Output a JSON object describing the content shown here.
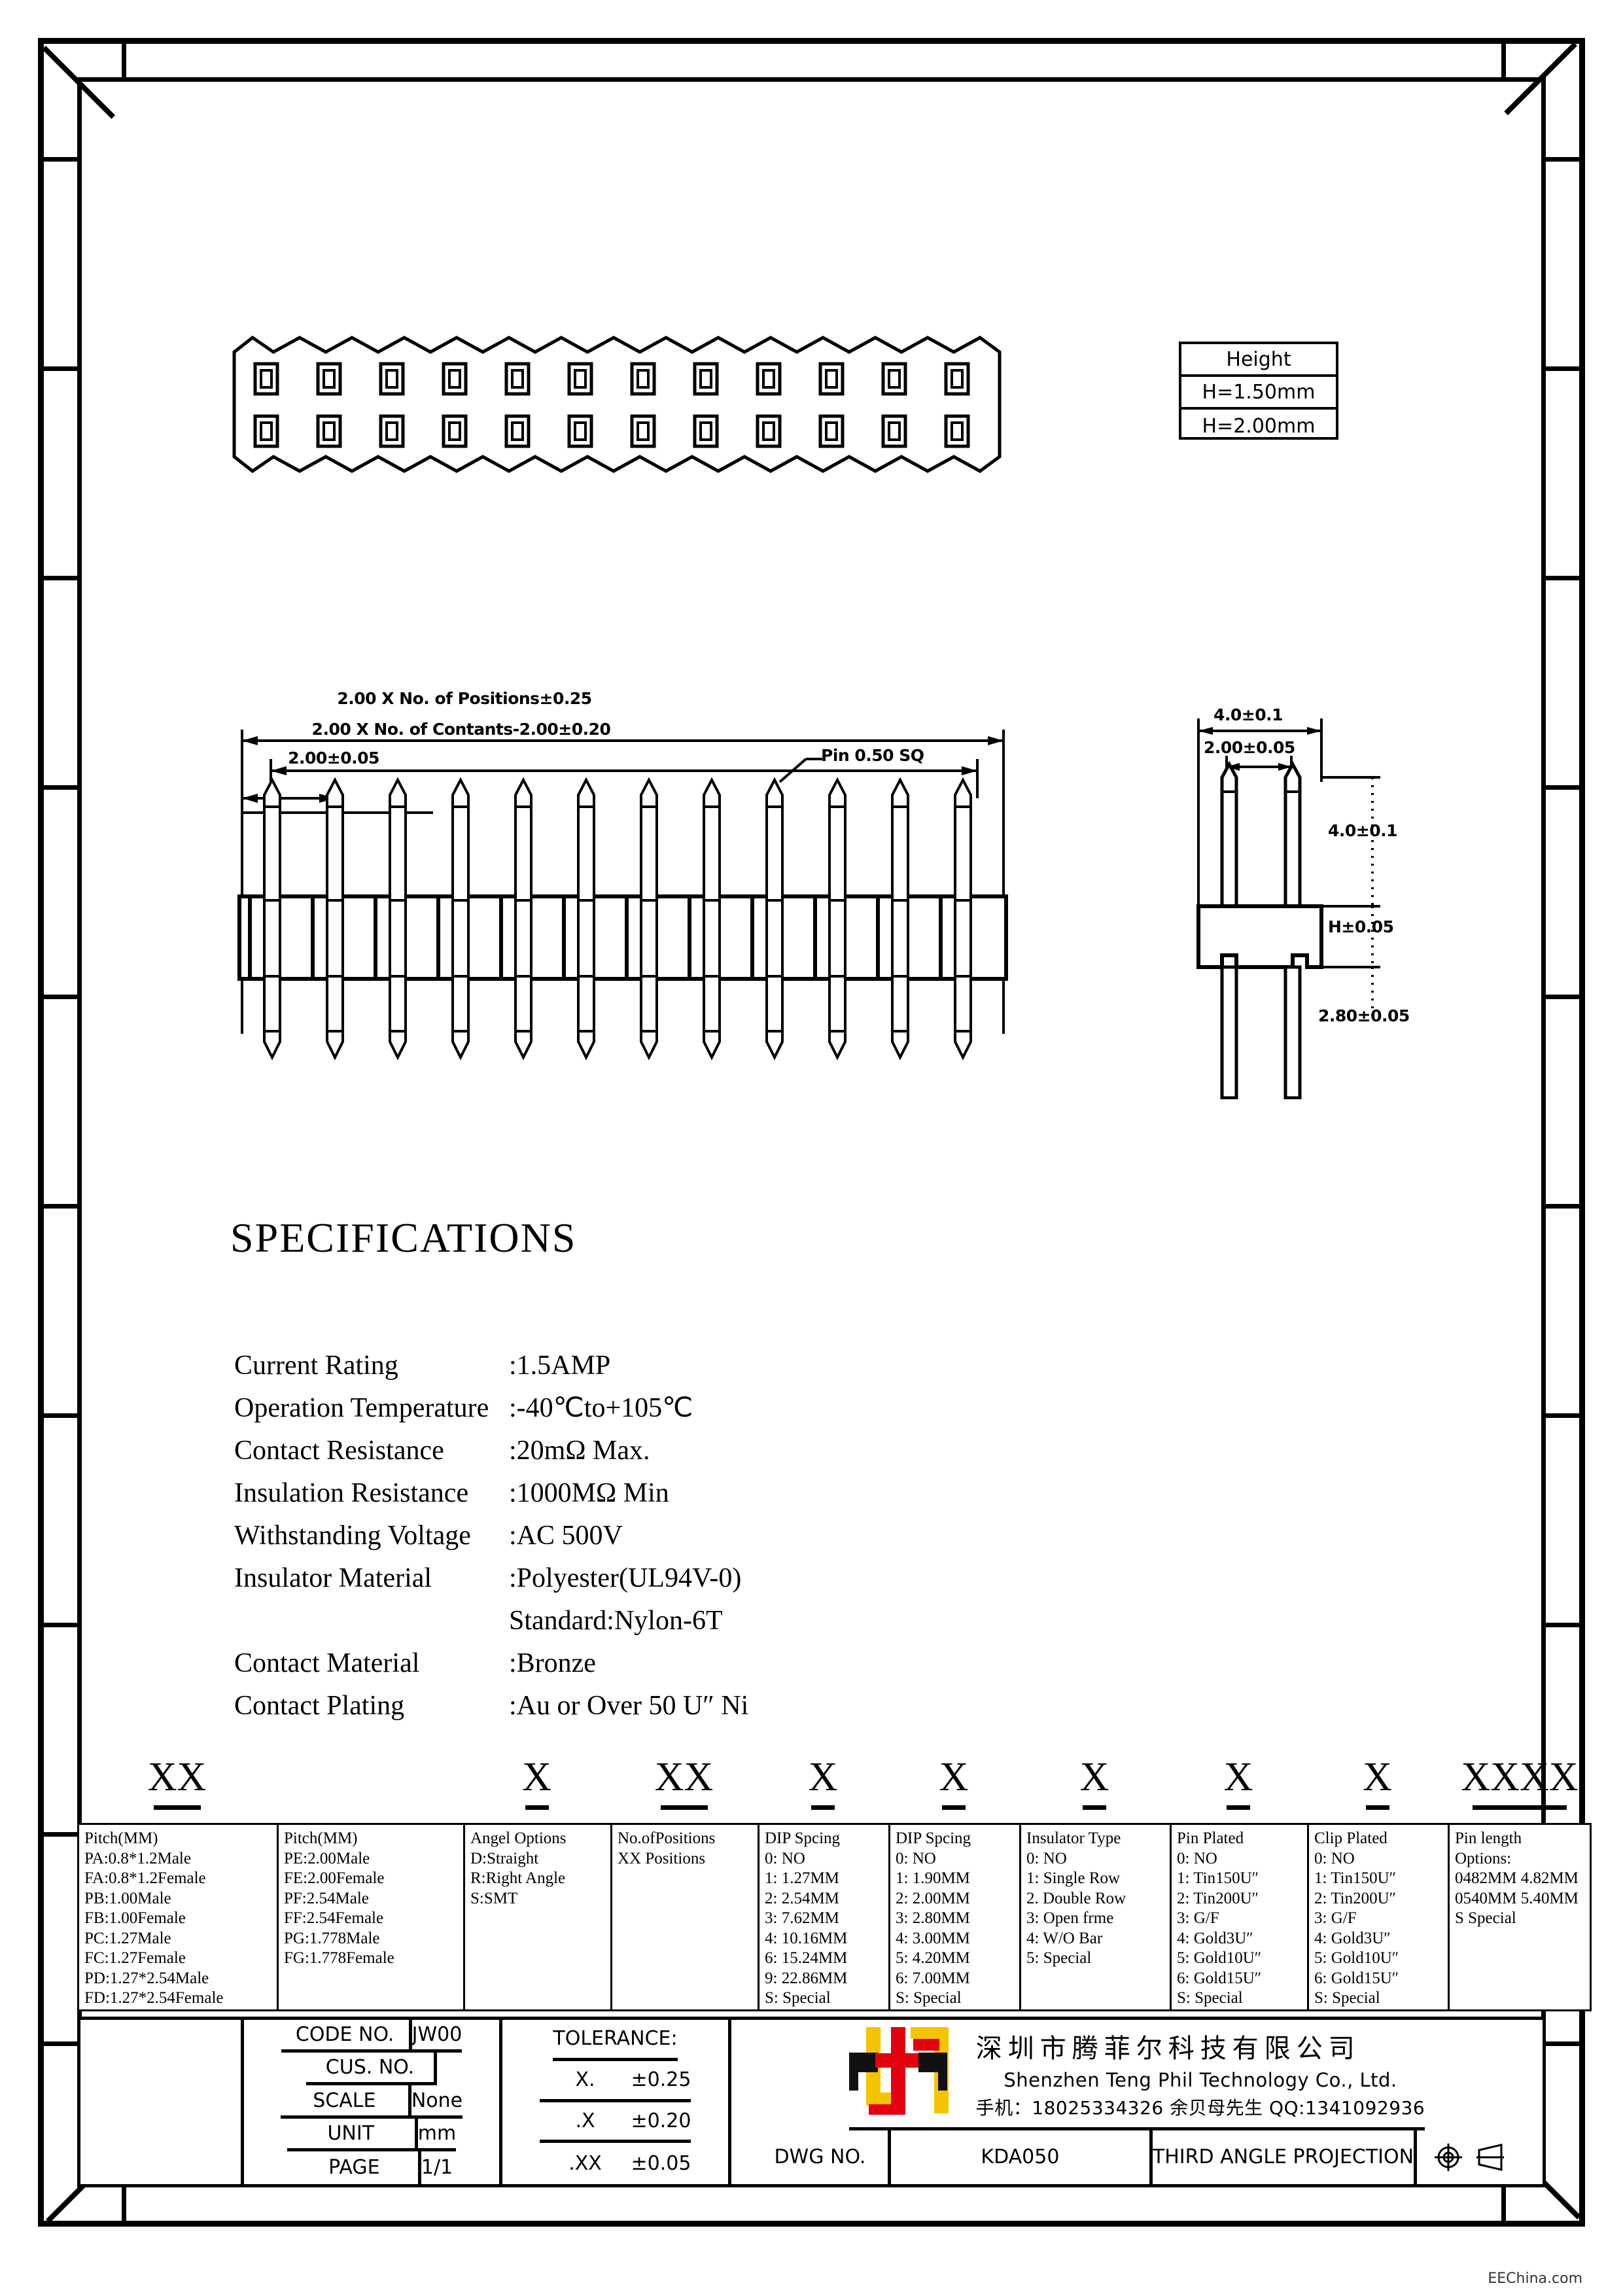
{
  "height_table": {
    "header": "Height",
    "rows": [
      "H=1.50mm",
      "H=2.00mm"
    ]
  },
  "dimensions": {
    "overall_positions": "2.00 X No. of Positions±0.25",
    "contacts": "2.00 X No. of Contants-2.00±0.20",
    "pitch_front": "2.00±0.05",
    "pin_note": "Pin 0.50 SQ",
    "side_width": "4.0±0.1",
    "side_pitch": "2.00±0.05",
    "side_pin_height": "4.0±0.1",
    "side_body_height": "H±0.05",
    "side_tail": "2.80±0.05"
  },
  "specifications": {
    "title": "SPECIFICATIONS",
    "items": [
      {
        "key": "Current Rating",
        "value": ":1.5AMP"
      },
      {
        "key": "Operation Temperature",
        "value": ":-40℃to+105℃"
      },
      {
        "key": "Contact Resistance",
        "value": ":20mΩ Max."
      },
      {
        "key": "Insulation Resistance",
        "value": ":1000MΩ Min"
      },
      {
        "key": "Withstanding Voltage",
        "value": ":AC 500V"
      },
      {
        "key": "Insulator Material",
        "value": ":Polyester(UL94V-0)"
      },
      {
        "key": "",
        "value": "Standard:Nylon-6T"
      },
      {
        "key": "Contact Material",
        "value": ":Bronze"
      },
      {
        "key": "Contact Plating",
        "value": ":Au or Over 50 U″ Ni"
      }
    ]
  },
  "code_strip": [
    "XX",
    "X",
    "XX",
    "X",
    "X",
    "X",
    "X",
    "X",
    "XXXX"
  ],
  "options": [
    {
      "title": "Pitch(MM)",
      "lines": [
        "PA:0.8*1.2Male",
        "FA:0.8*1.2Female",
        "PB:1.00Male",
        "FB:1.00Female",
        "PC:1.27Male",
        "FC:1.27Female",
        "PD:1.27*2.54Male",
        "FD:1.27*2.54Female"
      ]
    },
    {
      "title": "Pitch(MM)",
      "lines": [
        "PE:2.00Male",
        "FE:2.00Female",
        "PF:2.54Male",
        "FF:2.54Female",
        "PG:1.778Male",
        "FG:1.778Female"
      ]
    },
    {
      "title": "Angel Options",
      "lines": [
        "D:Straight",
        "R:Right Angle",
        "S:SMT"
      ]
    },
    {
      "title": "No.ofPositions",
      "lines": [
        "XX Positions"
      ]
    },
    {
      "title": "DIP Spcing",
      "lines": [
        "0: NO",
        "1: 1.27MM",
        "2: 2.54MM",
        "3: 7.62MM",
        "4: 10.16MM",
        "6: 15.24MM",
        "9: 22.86MM",
        "S: Special"
      ]
    },
    {
      "title": "DIP Spcing",
      "lines": [
        "0: NO",
        "1: 1.90MM",
        "2: 2.00MM",
        "3: 2.80MM",
        "4: 3.00MM",
        "5: 4.20MM",
        "6: 7.00MM",
        "S: Special"
      ]
    },
    {
      "title": "Insulator Type",
      "lines": [
        "0: NO",
        "1: Single Row",
        "2. Double Row",
        "3: Open frme",
        "4: W/O Bar",
        "5: Special"
      ]
    },
    {
      "title": "Pin Plated",
      "lines": [
        "0: NO",
        "1: Tin150U″",
        "2: Tin200U″",
        "3: G/F",
        "4: Gold3U″",
        "5: Gold10U″",
        "6: Gold15U″",
        "S: Special"
      ]
    },
    {
      "title": "Clip Plated",
      "lines": [
        "0: NO",
        "1: Tin150U″",
        "2: Tin200U″",
        "3: G/F",
        "4: Gold3U″",
        "5: Gold10U″",
        "6: Gold15U″",
        "S: Special"
      ]
    },
    {
      "title": "Pin length",
      "lines": [
        "Options:",
        "0482MM 4.82MM",
        "0540MM 5.40MM",
        "S Special"
      ]
    }
  ],
  "title_block": {
    "fields": [
      {
        "label": "CODE NO.",
        "value": "JW00"
      },
      {
        "label": "CUS. NO.",
        "value": ""
      },
      {
        "label": "SCALE",
        "value": "None"
      },
      {
        "label": "UNIT",
        "value": "mm"
      },
      {
        "label": "PAGE",
        "value": "1/1"
      }
    ],
    "tolerance_header": "TOLERANCE:",
    "tolerances": [
      {
        "label": "X.",
        "value": "±0.25"
      },
      {
        "label": ".X",
        "value": "±0.20"
      },
      {
        "label": ".XX",
        "value": "±0.05"
      }
    ],
    "dwg_label": "DWG NO.",
    "dwg_value": "KDA050",
    "projection_label": "THIRD ANGLE PROJECTION"
  },
  "company": {
    "name_cn": "深圳市腾菲尔科技有限公司",
    "name_en": "Shenzhen Teng Phil Technology Co., Ltd.",
    "contact": "手机：18025334326 余贝母先生   QQ:1341092936",
    "logo_colors": {
      "yellow": "#F5C400",
      "red": "#E3000F",
      "black": "#111111"
    }
  },
  "watermark": "EEChina.com"
}
